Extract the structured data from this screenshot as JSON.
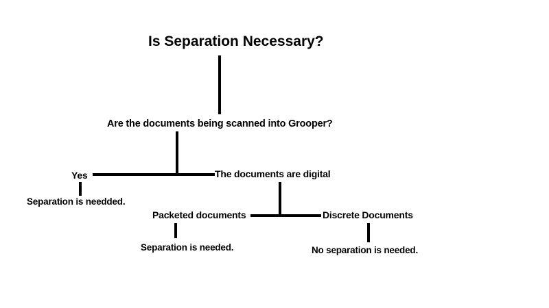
{
  "diagram": {
    "title": "Is Separation Necessary?",
    "background_color": "#ffffff",
    "line_color": "#000000",
    "text_color": "#000000",
    "nodes": {
      "root": "Is Separation Necessary?",
      "question_scanned": "Are the documents being scanned into Grooper?",
      "branch_yes": "Yes",
      "branch_digital": "The documents are digital",
      "yes_outcome": "Separation is needded.",
      "branch_packeted": "Packeted documents",
      "branch_discrete": "Discrete Documents",
      "packeted_outcome": "Separation is needed.",
      "discrete_outcome": "No separation is needed."
    }
  }
}
